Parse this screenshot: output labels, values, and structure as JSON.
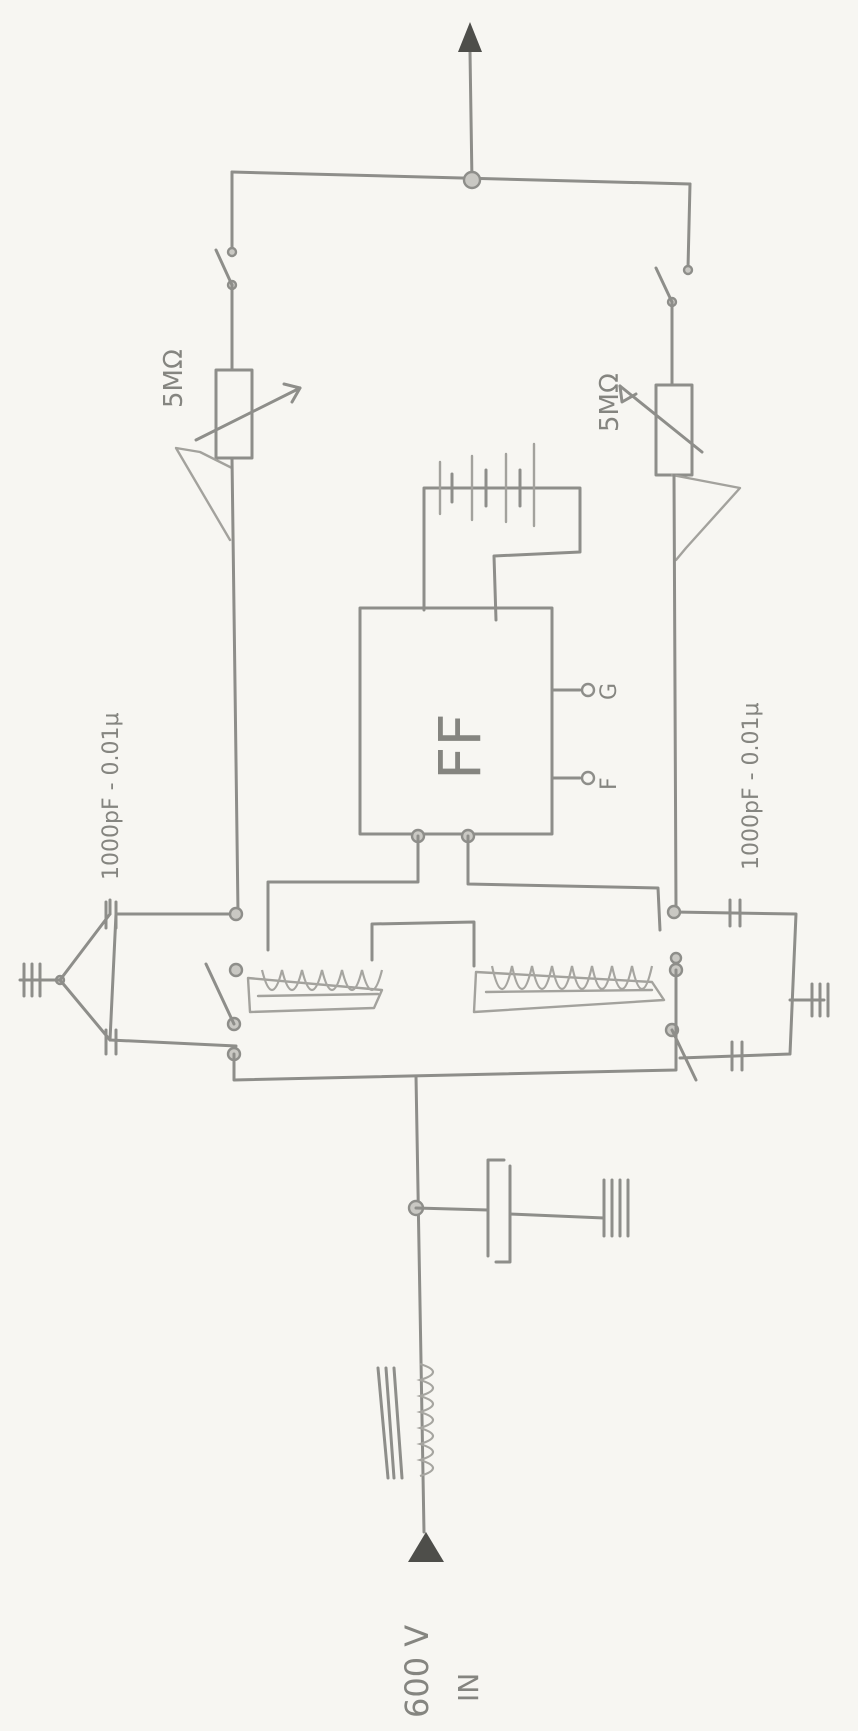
{
  "sheet": {
    "input_label": {
      "voltage": "600 V",
      "role": "IN"
    },
    "flip_flop": {
      "label": "FF",
      "terminals": [
        "F",
        "G"
      ]
    },
    "upper_resistor_label": "5MΩ",
    "lower_resistor_label": "5MΩ",
    "upper_capacitor_label": "1000pF - 0.01μ",
    "lower_capacitor_label": "1000pF - 0.01μ"
  }
}
